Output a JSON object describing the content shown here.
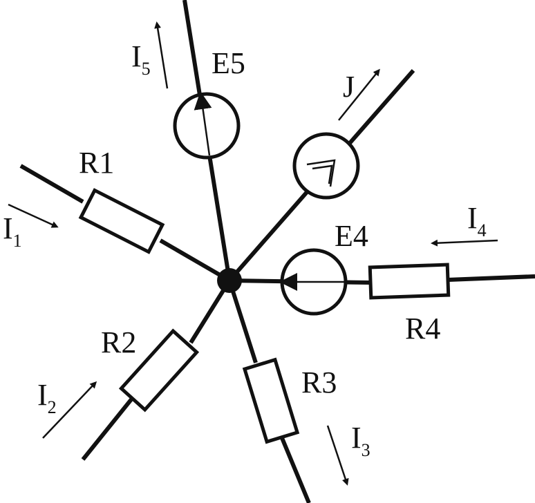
{
  "diagram": {
    "labels": {
      "e5": "E5",
      "e4": "E4",
      "j": "J",
      "r1": "R1",
      "r2": "R2",
      "r3": "R3",
      "r4": "R4"
    },
    "currents": [
      {
        "base": "I",
        "sub": "1"
      },
      {
        "base": "I",
        "sub": "2"
      },
      {
        "base": "I",
        "sub": "3"
      },
      {
        "base": "I",
        "sub": "4"
      },
      {
        "base": "I",
        "sub": "5"
      }
    ]
  }
}
